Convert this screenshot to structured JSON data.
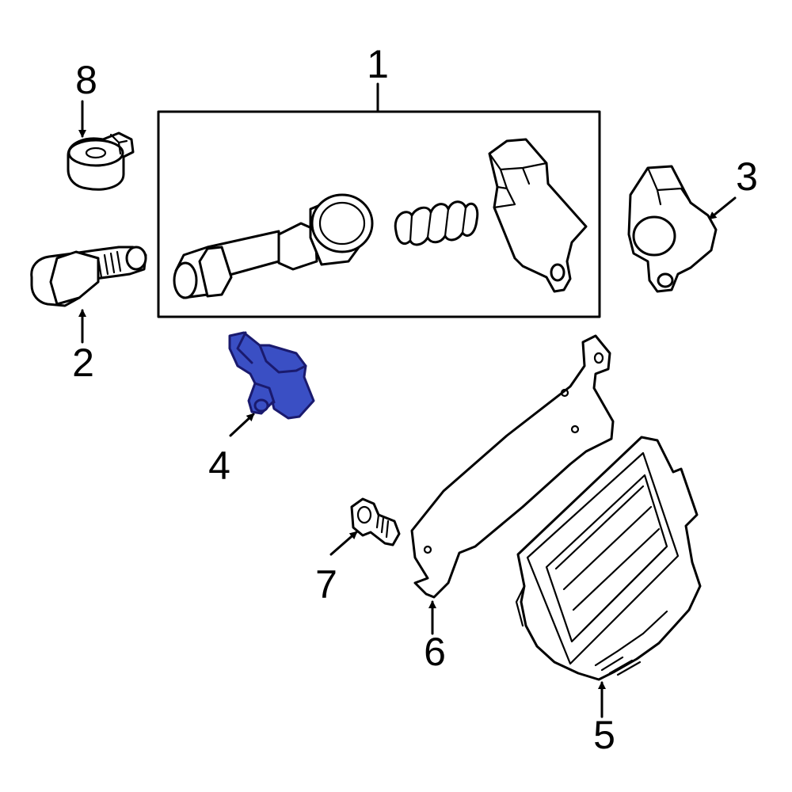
{
  "diagram": {
    "highlight_color": "#3a4fc4",
    "callouts": [
      {
        "id": "1",
        "label": "1"
      },
      {
        "id": "2",
        "label": "2"
      },
      {
        "id": "3",
        "label": "3"
      },
      {
        "id": "4",
        "label": "4"
      },
      {
        "id": "5",
        "label": "5"
      },
      {
        "id": "6",
        "label": "6"
      },
      {
        "id": "7",
        "label": "7"
      },
      {
        "id": "8",
        "label": "8"
      }
    ],
    "highlighted_callout": "4"
  }
}
